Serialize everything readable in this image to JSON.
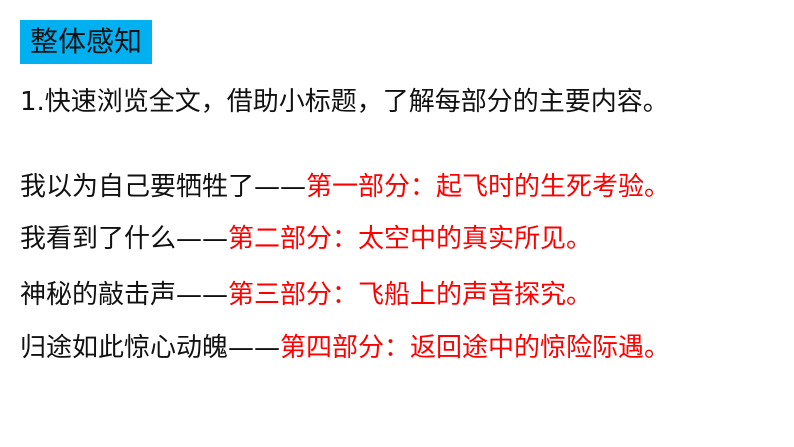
{
  "slide": {
    "title": "整体感知",
    "instruction": "1.快速浏览全文，借助小标题，了解每部分的主要内容。",
    "items": [
      {
        "subtitle": "我以为自己要牺牲了",
        "dash": "——",
        "summary": "第一部分：起飞时的生死考验。"
      },
      {
        "subtitle": "我看到了什么",
        "dash": "——",
        "summary": "第二部分：太空中的真实所见。"
      },
      {
        "subtitle": "神秘的敲击声",
        "dash": "——",
        "summary": "第三部分：飞船上的声音探究。"
      },
      {
        "subtitle": "归途如此惊心动魄",
        "dash": "——",
        "summary": "第四部分：返回途中的惊险际遇。"
      }
    ],
    "colors": {
      "title_bg": "#00b0f0",
      "text": "#111111",
      "highlight": "#ff0000"
    }
  }
}
